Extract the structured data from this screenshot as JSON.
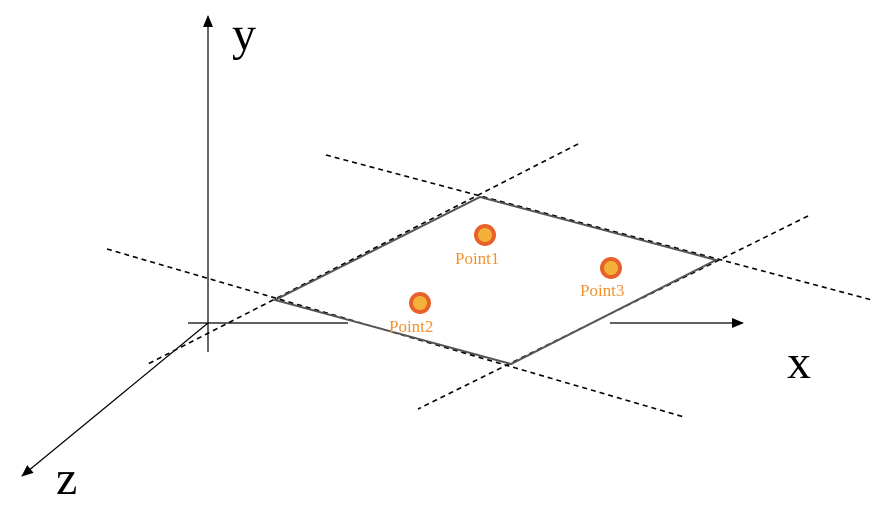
{
  "axes": {
    "x_label": "x",
    "y_label": "y",
    "z_label": "z"
  },
  "points": [
    {
      "label": "Point1"
    },
    {
      "label": "Point2"
    },
    {
      "label": "Point3"
    }
  ],
  "colors": {
    "point_fill": "#f4b13a",
    "point_ring": "#e8602a",
    "point_label": "#f0922e",
    "plane_edge": "#555555",
    "axis": "#000000"
  }
}
